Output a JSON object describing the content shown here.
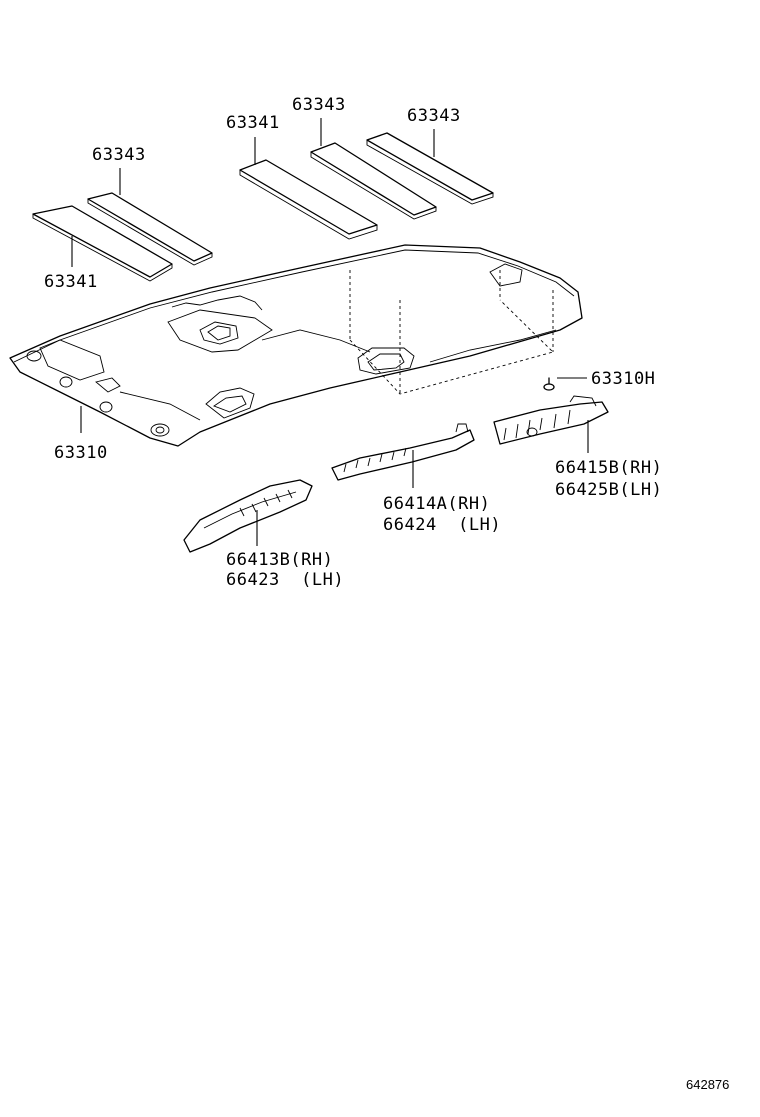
{
  "labels": {
    "p63343_left": "63343",
    "p63341_left": "63341",
    "p63341_top": "63341",
    "p63343_mid": "63343",
    "p63343_right": "63343",
    "p63310": "63310",
    "p63310h": "63310H",
    "p66415_rh": "66415B(RH)",
    "p66425_lh": "66425B(LH)",
    "p66414_rh": "66414A(RH)",
    "p66424_lh": "66424  (LH)",
    "p66413_rh": "66413B(RH)",
    "p66423_lh": "66423  (LH)"
  },
  "figure_code": "642876"
}
